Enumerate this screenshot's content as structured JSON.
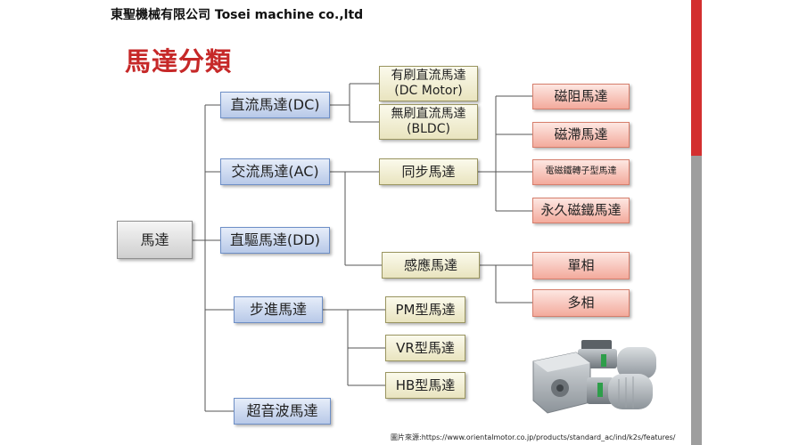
{
  "header": {
    "company": "東聖機械有限公司 Tosei machine co.,ltd",
    "title": "馬達分類"
  },
  "tree": {
    "root": "馬達",
    "dc": "直流馬達(DC)",
    "dc_brushed_1": "有刷直流馬達",
    "dc_brushed_2": "(DC Motor)",
    "dc_brushless_1": "無刷直流馬達",
    "dc_brushless_2": "(BLDC)",
    "ac": "交流馬達(AC)",
    "ac_sync": "同步馬達",
    "sync_reluctance": "磁阻馬達",
    "sync_hysteresis": "磁滯馬達",
    "sync_pm_rotor": "電磁鐵轉子型馬達",
    "sync_permanent": "永久磁鐵馬達",
    "ac_induction": "感應馬達",
    "ind_single": "單相",
    "ind_multi": "多相",
    "dd": "直驅馬達(DD)",
    "stepper": "步進馬達",
    "step_pm": "PM型馬達",
    "step_vr": "VR型馬達",
    "step_hb": "HB型馬達",
    "ultrasonic": "超音波馬達"
  },
  "image": {
    "icon": "motor-photo-icon",
    "caption": "圖片來源:https://www.orientalmotor.co.jp/products/standard_ac/ind/k2s/features/"
  },
  "colors": {
    "title": "#c62828",
    "blue_box": "#b8c9e8",
    "yellow_box": "#e9e4bf",
    "red_box": "#f3aa9c",
    "gray_box": "#cfcfcf"
  }
}
